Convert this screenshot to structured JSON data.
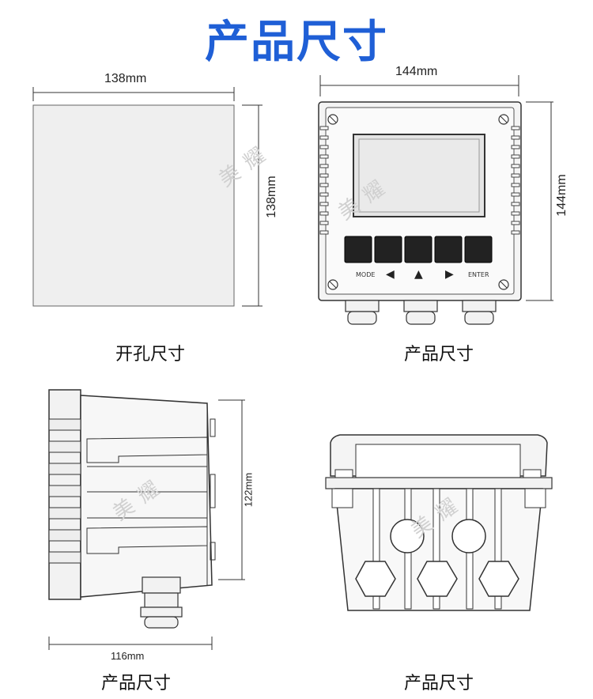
{
  "title": "产品尺寸",
  "panels": {
    "cutout": {
      "caption": "开孔尺寸",
      "width_label": "138mm",
      "height_label": "138mm"
    },
    "front": {
      "caption": "产品尺寸",
      "width_label": "144mm",
      "height_label": "144mm",
      "keys": {
        "mode": "MODE",
        "left": "◀",
        "up": "▲",
        "right": "▶",
        "enter": "ENTER"
      }
    },
    "side": {
      "caption": "产品尺寸",
      "depth_label": "116mm",
      "height_label": "122mm"
    },
    "bottom": {
      "caption": "产品尺寸"
    }
  },
  "watermark": "美耀"
}
